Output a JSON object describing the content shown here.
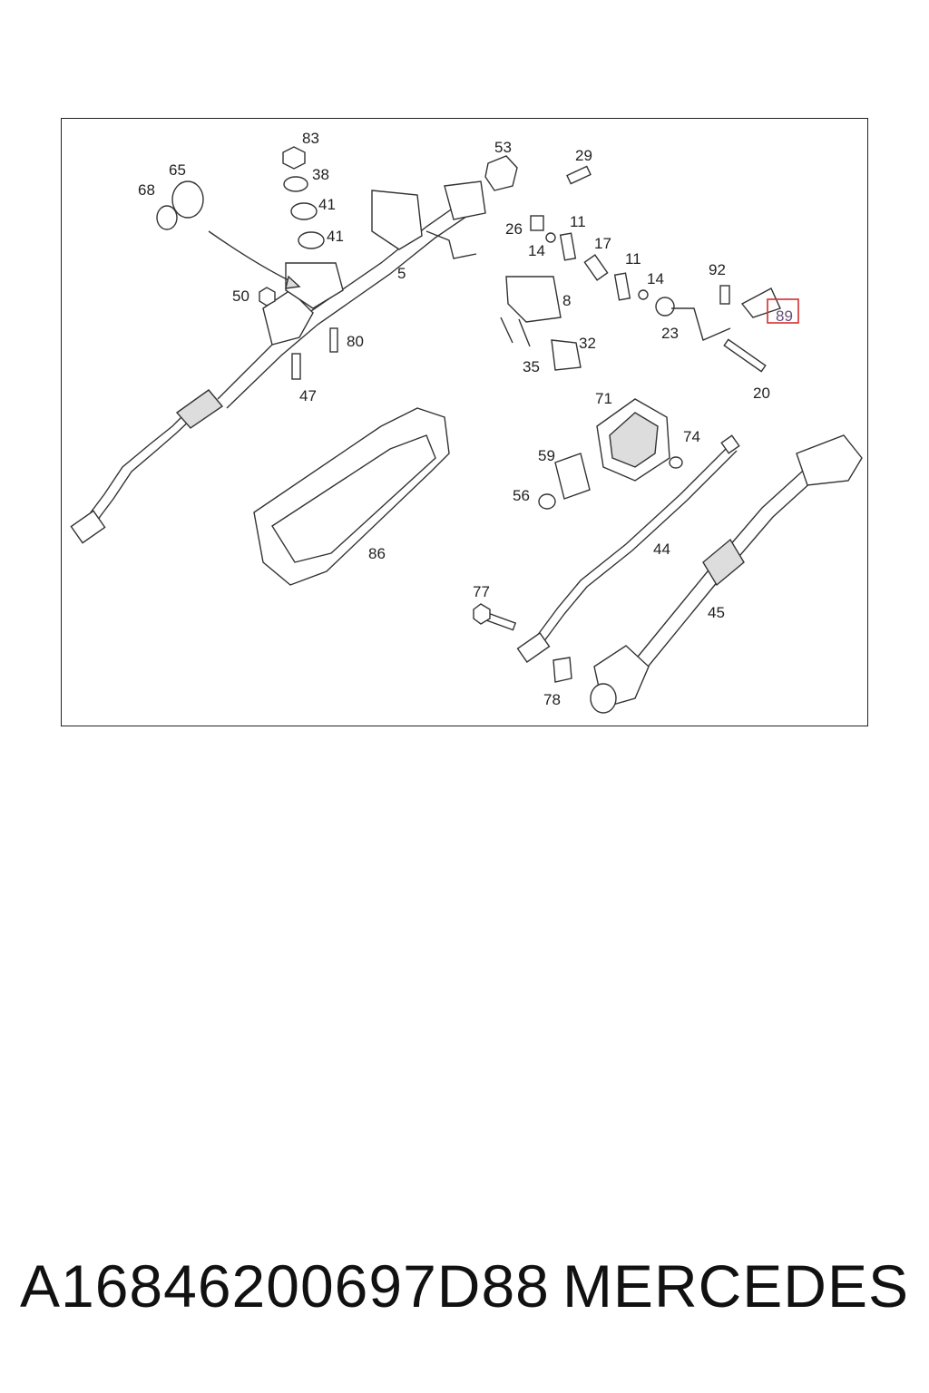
{
  "diagram": {
    "callouts": {
      "c83": "83",
      "c38": "38",
      "c41a": "41",
      "c41b": "41",
      "c65": "65",
      "c68": "68",
      "c5": "5",
      "c50": "50",
      "c80": "80",
      "c47": "47",
      "c53": "53",
      "c29": "29",
      "c26": "26",
      "c11a": "11",
      "c14a": "14",
      "c17": "17",
      "c11b": "11",
      "c14b": "14",
      "c8": "8",
      "c32": "32",
      "c35": "35",
      "c92": "92",
      "c89": "89",
      "c23": "23",
      "c20": "20",
      "c71": "71",
      "c74": "74",
      "c59": "59",
      "c56": "56",
      "c86": "86",
      "c44": "44",
      "c45": "45",
      "c77": "77",
      "c78": "78"
    },
    "highlighted_callout": "89",
    "highlight_color": "#d32f2f"
  },
  "footer": {
    "part_number": "A16846200697D88",
    "brand": "MERCEDES"
  }
}
